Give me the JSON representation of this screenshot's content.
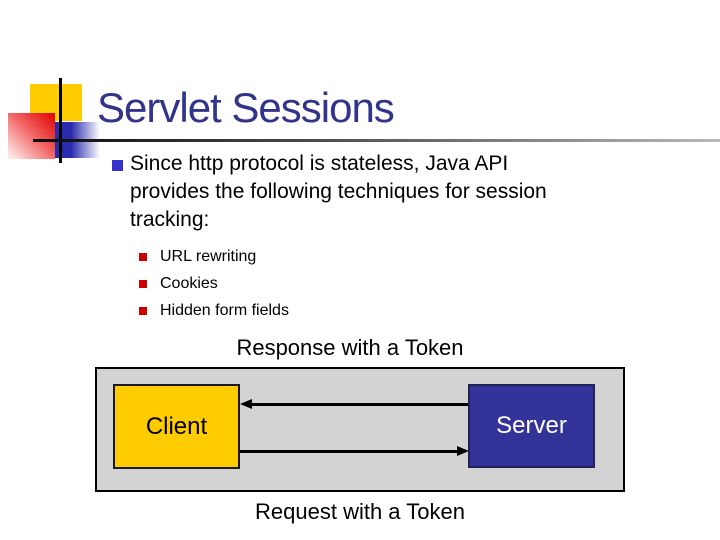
{
  "slide": {
    "title": "Servlet Sessions",
    "bullet": {
      "lines": [
        "Since http protocol is stateless, Java API",
        "provides the following techniques for session",
        "tracking:"
      ]
    },
    "sub_bullets": [
      {
        "label": "URL rewriting"
      },
      {
        "label": "Cookies"
      },
      {
        "label": "Hidden form fields"
      }
    ],
    "diagram": {
      "response_label": "Response with a Token",
      "request_label": "Request with a Token",
      "client_label": "Client",
      "server_label": "Server"
    },
    "colors": {
      "title-blue": "#32338a",
      "bullet-blue": "#3333cc",
      "sub-red": "#cc0000",
      "accent-yellow": "#ffcc00",
      "server-blue": "#333399",
      "diagram-gray": "#d3d3d3"
    }
  }
}
